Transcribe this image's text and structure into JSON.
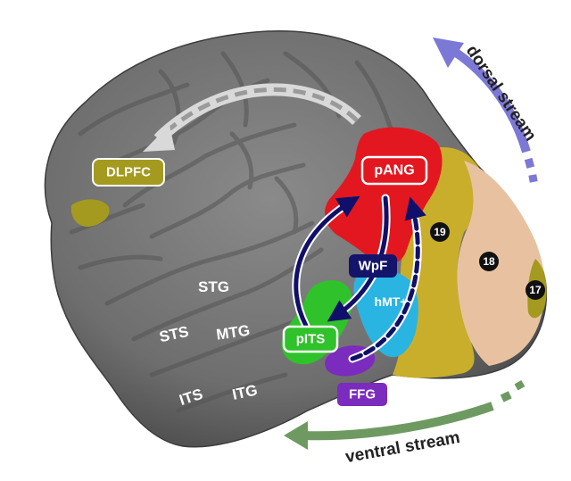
{
  "colors": {
    "cortex": "#7b7b7b",
    "cortex_dark": "#4f4f4f",
    "pang": "#e3171f",
    "dlpfc": "#a49a1f",
    "pits": "#2fc22a",
    "wpf": "#14146a",
    "hmt": "#2ab4e2",
    "ffg": "#7b2bbd",
    "area19": "#c9ae2b",
    "area18": "#e8c2a0",
    "dorsal_arrow": "#7c79d6",
    "ventral_arrow": "#6e9a62",
    "pathway": "#10106a"
  },
  "regions": {
    "dlpfc": "DLPFC",
    "pang": "pANG",
    "wpf": "WpF",
    "hmt": "hMT+",
    "pits": "pITS",
    "ffg": "FFG"
  },
  "gyri": {
    "stg": "STG",
    "sts": "STS",
    "mtg": "MTG",
    "its": "ITS",
    "itg": "ITG"
  },
  "areas": {
    "a19": "19",
    "a18": "18",
    "a17": "17"
  },
  "streams": {
    "dorsal": "dorsal stream",
    "ventral": "ventral stream"
  }
}
